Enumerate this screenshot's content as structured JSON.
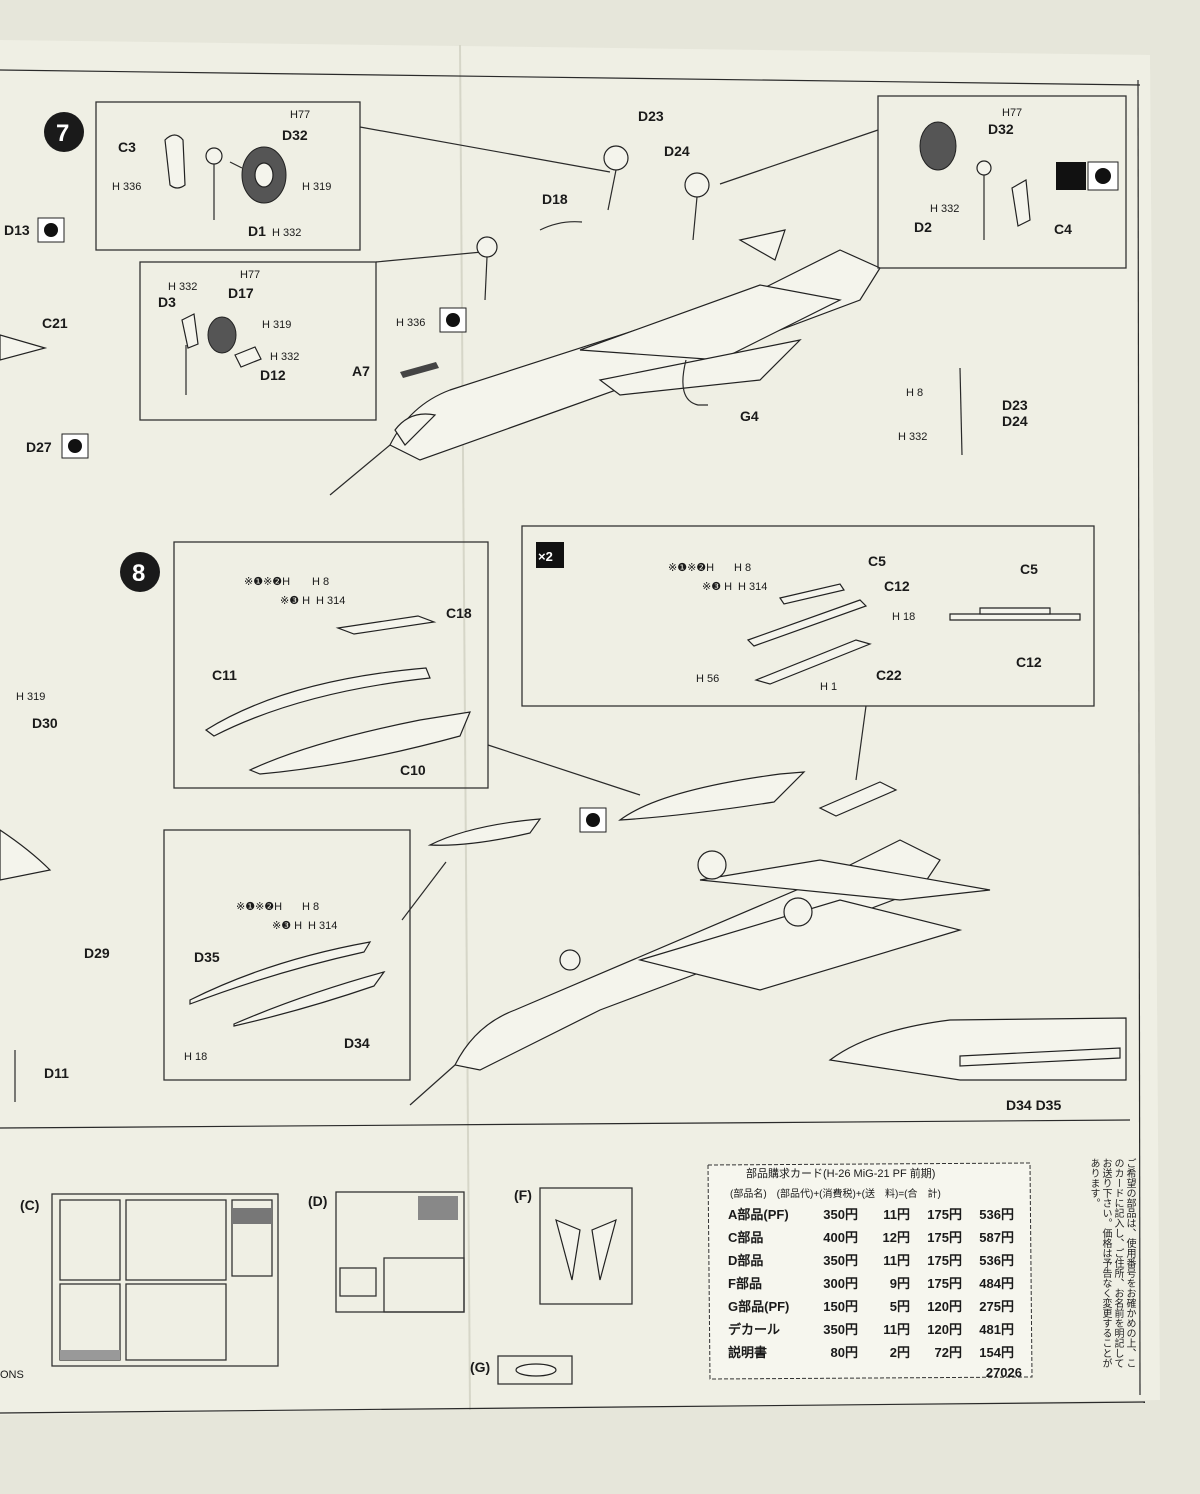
{
  "steps": {
    "step7": "7",
    "step8": "8"
  },
  "labels": {
    "H77": "H77",
    "D32": "D32",
    "C3": "C3",
    "H336": "H 336",
    "H319": "H 319",
    "D1": "D1",
    "H332": "H 332",
    "D13": "D13",
    "C21": "C21",
    "D27": "D27",
    "D3": "D3",
    "D17": "D17",
    "D12": "D12",
    "A7": "A7",
    "D23": "D23",
    "D24": "D24",
    "D18": "D18",
    "G4": "G4",
    "D2": "D2",
    "C4": "C4",
    "H8": "H 8",
    "C18": "C18",
    "C11": "C11",
    "C10": "C10",
    "H314": "H 314",
    "note_a": "※❶※❷H",
    "note_b": "※❸ H",
    "x2": "×2",
    "C5": "C5",
    "C12": "C12",
    "H18": "H 18",
    "H56": "H 56",
    "H1": "H 1",
    "C22": "C22",
    "D30": "D30",
    "D29": "D29",
    "D11": "D11",
    "D35": "D35",
    "D34": "D34",
    "D34D35": "D34 D35",
    "ns": "ONS",
    "runner_c": "(C)",
    "runner_d": "(D)",
    "runner_f": "(F)",
    "runner_g": "(G)"
  },
  "price_card": {
    "title": "部品購求カード(H-26 MiG-21 PF 前期)",
    "header": "(部品名)　(部品代)+(消費税)+(送　料)=(合　計)",
    "rows": [
      [
        "A部品(PF)",
        "350円",
        "11円",
        "175円",
        "536円"
      ],
      [
        "C部品",
        "400円",
        "12円",
        "175円",
        "587円"
      ],
      [
        "D部品",
        "350円",
        "11円",
        "175円",
        "536円"
      ],
      [
        "F部品",
        "300円",
        "9円",
        "175円",
        "484円"
      ],
      [
        "G部品(PF)",
        "150円",
        "5円",
        "120円",
        "275円"
      ],
      [
        "デカール",
        "350円",
        "11円",
        "120円",
        "481円"
      ],
      [
        "説明書",
        "80円",
        "2円",
        "72円",
        "154円"
      ]
    ],
    "code": "27026"
  },
  "side_note": "ご希望の部品は、使用番号をお確かめの上、このカードに記入し、ご住所、お名前を明記してお送り下さい。価格は予告なく変更することがあります。"
}
